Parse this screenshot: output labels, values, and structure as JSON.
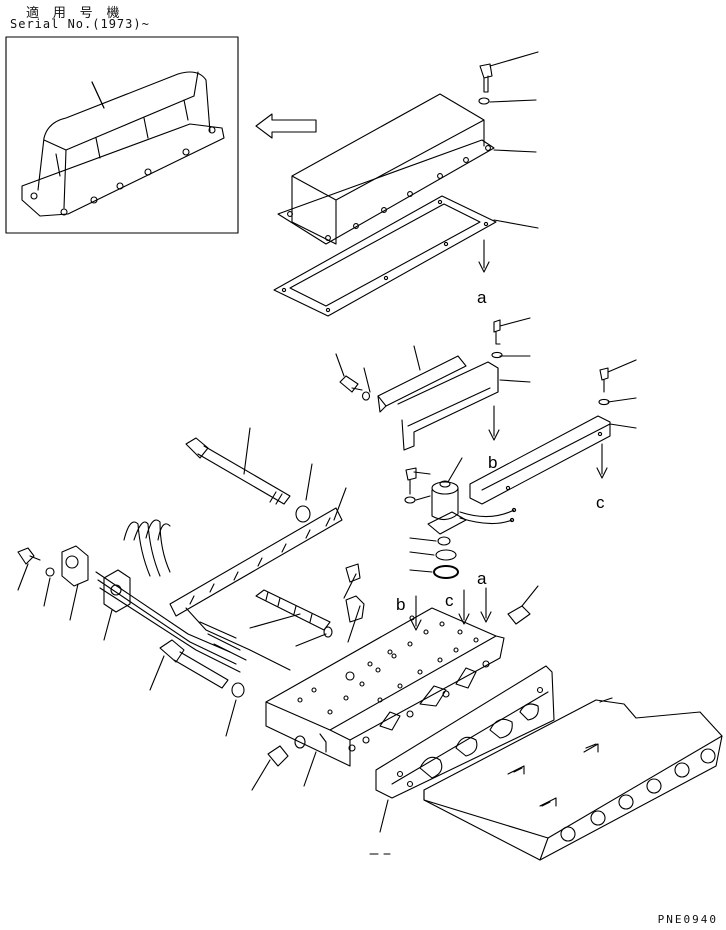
{
  "header": {
    "applicable_label": "適 用 号 機",
    "serial_label": "Serial No.(1973)~"
  },
  "letters": {
    "a": "a",
    "b": "b",
    "c": "c"
  },
  "footer": {
    "page_code": "PNE0940"
  }
}
